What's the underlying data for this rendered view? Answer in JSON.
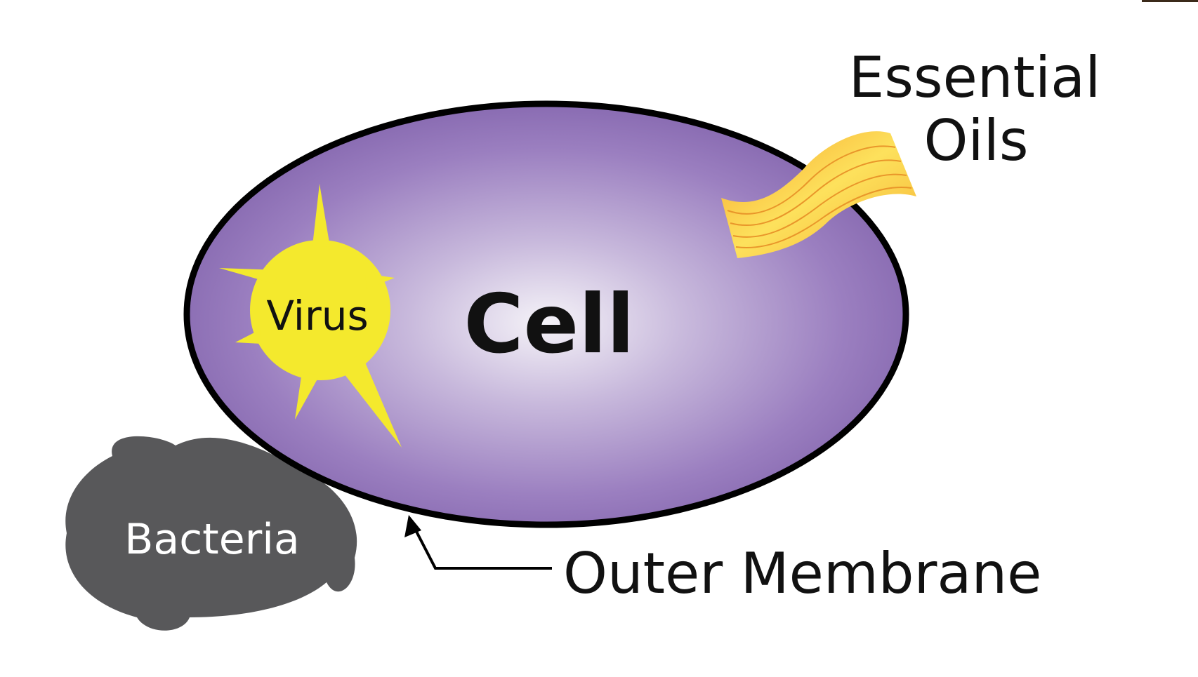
{
  "diagram": {
    "cell_label": "Cell",
    "virus_label": "Virus",
    "bacteria_label": "Bacteria",
    "essential_oils_line1": "Essential",
    "essential_oils_line2": "Oils",
    "membrane_label": "Outer Membrane"
  },
  "colors": {
    "cell_center": "#f3f0f7",
    "cell_edge": "#8466ae",
    "cell_outline": "#000000",
    "virus": "#f4e92d",
    "bacteria": "#58585a",
    "oils_light": "#fde15c",
    "oils_dark": "#f3a52b",
    "text": "#111111",
    "bacteria_text": "#ffffff"
  }
}
